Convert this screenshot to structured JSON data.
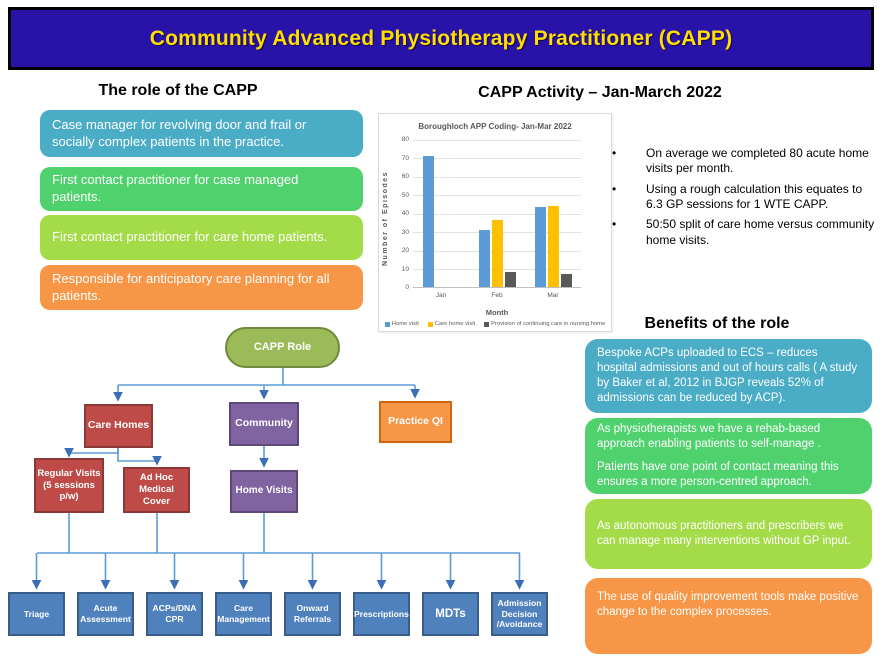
{
  "banner": {
    "title": "Community Advanced Physiotherapy Practitioner (CAPP)",
    "bg_color": "#2912a8",
    "text_color": "#ffde00"
  },
  "role_section": {
    "heading": "The role of the CAPP",
    "items": [
      {
        "text": "Case manager for revolving door and frail or socially complex patients in the practice.",
        "color": "#4bacc6"
      },
      {
        "text": "First contact practitioner for case managed patients.",
        "color": "#4fd16d"
      },
      {
        "text": "First contact practitioner for care home patients.",
        "color": "#a4db48"
      },
      {
        "text": "Responsible for anticipatory care planning for all patients.",
        "color": "#f79646"
      }
    ]
  },
  "activity_section": {
    "heading": "CAPP Activity – Jan-March 2022",
    "bullet_glyph": "•",
    "bullets": [
      "On average we completed 80 acute home visits per month.",
      "Using a rough calculation this equates to 6.3 GP sessions for 1 WTE CAPP.",
      "50:50 split of care home versus community home visits."
    ]
  },
  "chart_data": {
    "type": "bar",
    "title": "Boroughloch APP Coding- Jan-Mar 2022",
    "categories": [
      "Jan",
      "Feb",
      "Mar"
    ],
    "series": [
      {
        "name": "Home visit",
        "color": "#5b9bd5",
        "values": [
          71,
          31,
          43
        ]
      },
      {
        "name": "Care home visit",
        "color": "#ffc000",
        "values": [
          0,
          36,
          44
        ]
      },
      {
        "name": "Provision of continuing care in nursing home",
        "color": "#595959",
        "values": [
          0,
          8,
          7
        ]
      }
    ],
    "xlabel": "Month",
    "ylabel": "Number of Episodes",
    "ylim": [
      0,
      80
    ],
    "yticks": [
      0,
      10,
      20,
      30,
      40,
      50,
      60,
      70,
      80
    ],
    "grid": true,
    "legend_position": "bottom"
  },
  "benefits_section": {
    "heading": "Benefits of the role",
    "items": [
      {
        "color": "#4bacc6",
        "paragraphs": [
          "Bespoke ACPs uploaded to ECS – reduces hospital admissions and out of hours calls ( A study by Baker et al, 2012 in BJGP reveals 52% of admissions can be reduced by ACP)."
        ]
      },
      {
        "color": "#4fd16d",
        "paragraphs": [
          "As physiotherapists we have a rehab-based approach enabling patients to self-manage .",
          "Patients have one point of contact meaning this ensures a more person-centred approach."
        ]
      },
      {
        "color": "#a4db48",
        "paragraphs": [
          "As autonomous practitioners and prescribers we can manage many interventions without GP input."
        ]
      },
      {
        "color": "#f79646",
        "paragraphs": [
          "The use of quality improvement tools make positive change to the complex processes."
        ]
      }
    ]
  },
  "flowchart": {
    "root": "CAPP Role",
    "level2": {
      "care_homes": "Care Homes",
      "community": "Community",
      "practice_qi": "Practice QI"
    },
    "level3": {
      "regular_visits": "Regular Visits (5 sessions p/w)",
      "adhoc": "Ad Hoc Medical Cover",
      "home_visits": "Home Visits"
    },
    "leaves": [
      "Triage",
      "Acute Assessment",
      "ACPs/DNA CPR",
      "Care Management",
      "Onward Referrals",
      "Prescriptions",
      "MDTs",
      "Admission Decision /Avoidance"
    ],
    "connector_color": "#5b9bd5",
    "arrow_color": "#3a6fb5"
  }
}
